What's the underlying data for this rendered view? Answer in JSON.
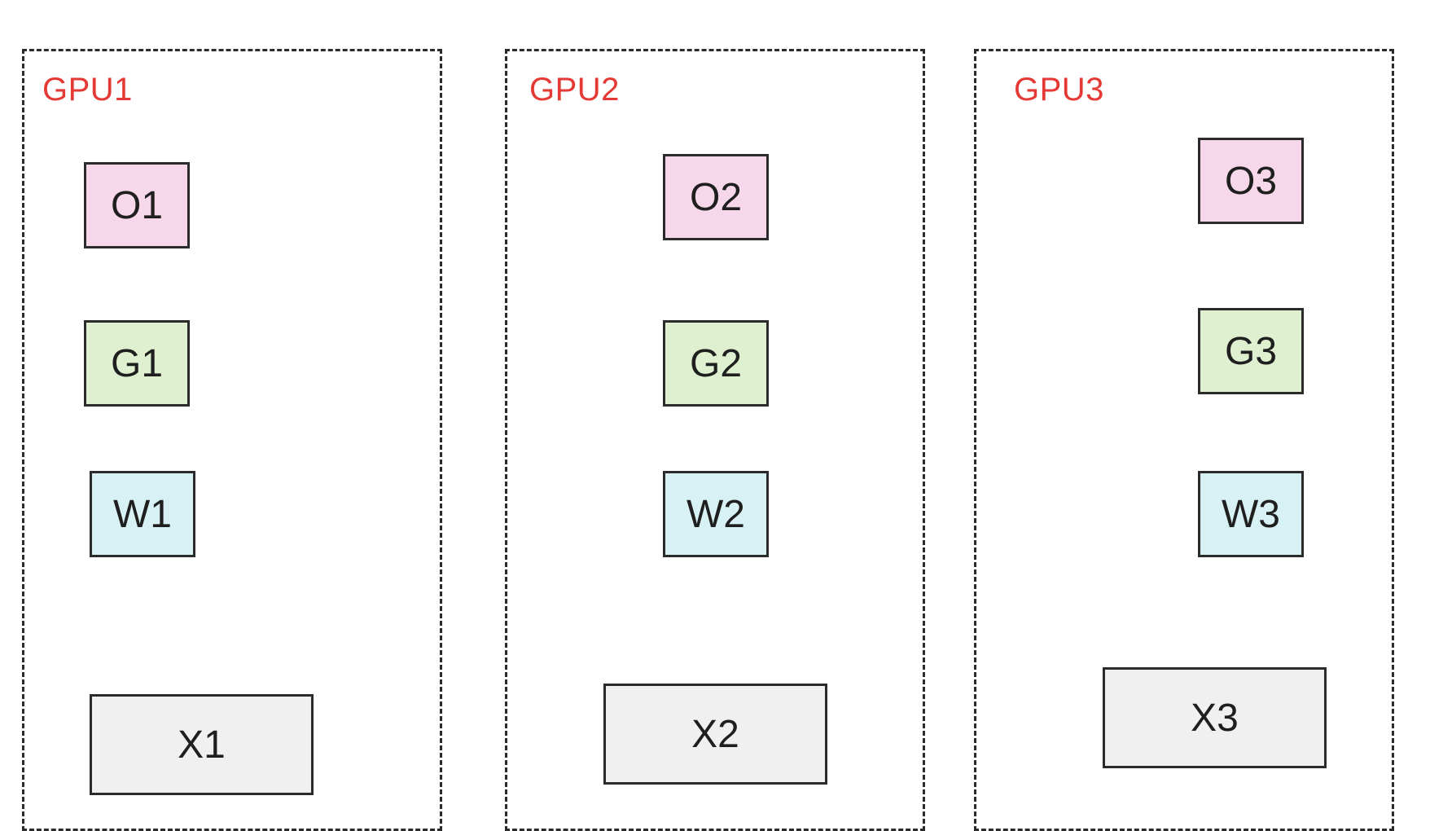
{
  "colors": {
    "gpu_label": "#e53935",
    "border": "#2b2b2b",
    "o_fill": "#f7d7ea",
    "g_fill": "#dff0d0",
    "w_fill": "#d8f1f4",
    "x_fill": "#f0f0f0"
  },
  "gpus": [
    {
      "label": "GPU1",
      "nodes": {
        "o": "O1",
        "g": "G1",
        "w": "W1",
        "x": "X1"
      }
    },
    {
      "label": "GPU2",
      "nodes": {
        "o": "O2",
        "g": "G2",
        "w": "W2",
        "x": "X2"
      }
    },
    {
      "label": "GPU3",
      "nodes": {
        "o": "O3",
        "g": "G3",
        "w": "W3",
        "x": "X3"
      }
    }
  ]
}
